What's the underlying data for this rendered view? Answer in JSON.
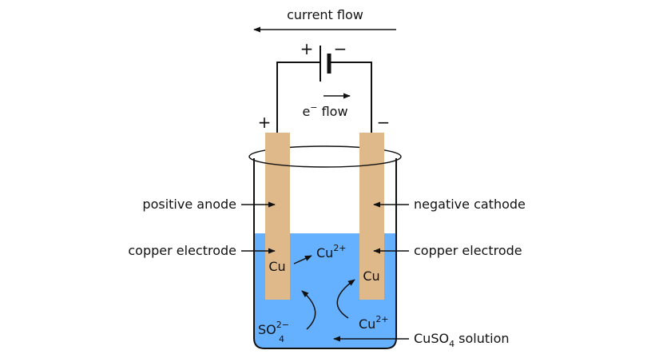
{
  "colors": {
    "solution": "#65b1ff",
    "electrode": "#dfb98a",
    "line": "#111111",
    "background": "#ffffff"
  },
  "labels": {
    "current_flow": "current flow",
    "electron_flow_base": "e",
    "electron_flow_sup": "−",
    "electron_flow_tail": " flow",
    "battery_plus": "+",
    "battery_minus": "−",
    "anode_terminal": "+",
    "cathode_terminal": "−",
    "positive_anode": "positive anode",
    "negative_cathode": "negative cathode",
    "copper_electrode_left": "copper electrode",
    "copper_electrode_right": "copper electrode",
    "cu_left": "Cu",
    "cu_right": "Cu",
    "cu_ion_top_base": "Cu",
    "cu_ion_top_sup": "2+",
    "cu_ion_bottom_base": "Cu",
    "cu_ion_bottom_sup": "2+",
    "sulfate_base": "SO",
    "sulfate_sub": "4",
    "sulfate_sup": "2−",
    "solution_base": "CuSO",
    "solution_sub": "4",
    "solution_tail": " solution"
  }
}
